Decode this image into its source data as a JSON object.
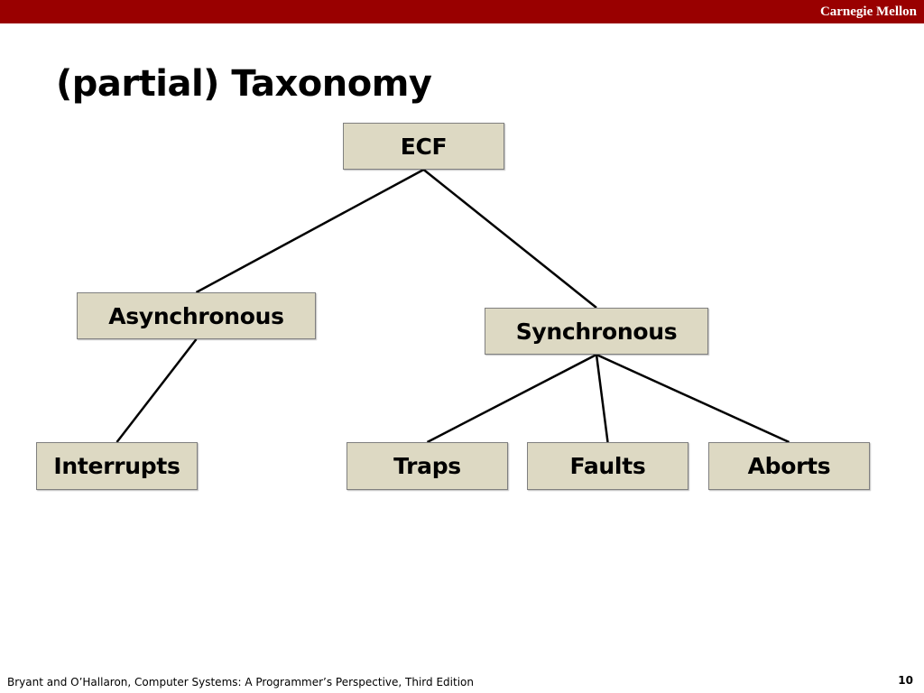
{
  "header": {
    "brand": "Carnegie Mellon",
    "bar_color": "#990000"
  },
  "slide": {
    "title": "(partial) Taxonomy"
  },
  "diagram": {
    "node_fill": "#ddd9c3",
    "nodes": {
      "ecf": "ECF",
      "asynchronous": "Asynchronous",
      "synchronous": "Synchronous",
      "interrupts": "Interrupts",
      "traps": "Traps",
      "faults": "Faults",
      "aborts": "Aborts"
    },
    "edges": [
      [
        "ecf",
        "asynchronous"
      ],
      [
        "ecf",
        "synchronous"
      ],
      [
        "asynchronous",
        "interrupts"
      ],
      [
        "synchronous",
        "traps"
      ],
      [
        "synchronous",
        "faults"
      ],
      [
        "synchronous",
        "aborts"
      ]
    ]
  },
  "footer": {
    "citation": "Bryant and O’Hallaron, Computer Systems: A Programmer’s Perspective, Third Edition",
    "page_number": "10"
  }
}
